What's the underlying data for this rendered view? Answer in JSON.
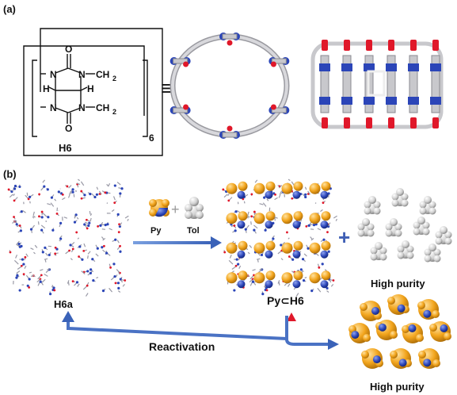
{
  "panel_a": {
    "label": "(a)",
    "formula_atoms": {
      "N": "N",
      "O": "O",
      "H": "H",
      "CH2": "CH",
      "two": "2",
      "repeat": "6"
    },
    "compound": "H6",
    "equivalence_symbol": "≡"
  },
  "panel_b": {
    "label": "(b)",
    "start": "H6a",
    "py": "Py",
    "tol": "Tol",
    "plus_gray": "+",
    "plus_big": "+",
    "complex": "Py⊂H6",
    "purity_top": "High purity",
    "purity_bottom": "High purity",
    "reactivation": "Reactivation"
  },
  "colors": {
    "nitrogen": "#2b45b8",
    "oxygen": "#e0182a",
    "carbon": "#c8c8cc",
    "pyridine_carbon": "#f2a51d",
    "toluene": "#d0d0d0",
    "arrow": "#4a72c4",
    "heat_triangle": "#e0182a",
    "plus_blue": "#3f5fb5"
  }
}
